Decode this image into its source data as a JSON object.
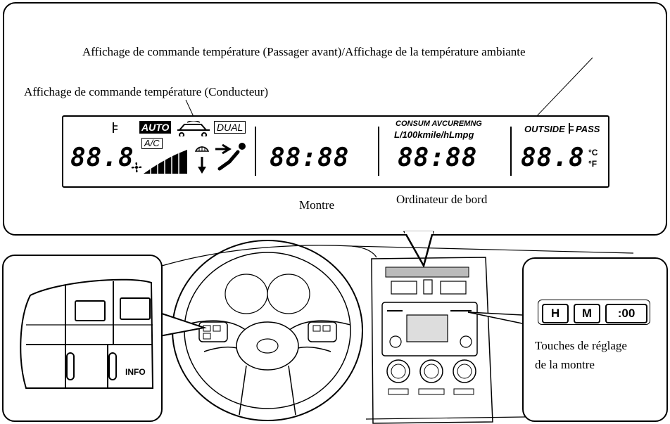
{
  "labels": {
    "passenger_ambient": "Affichage de commande température (Passager avant)/Affichage de la température ambiante",
    "driver": "Affichage de commande température (Conducteur)",
    "clock": "Montre",
    "trip_computer": "Ordinateur de bord",
    "clock_keys_line1": "Touches de réglage",
    "clock_keys_line2": "de la montre"
  },
  "lcd": {
    "auto": "AUTO",
    "dual": "DUAL",
    "ac": "A/C",
    "driver_temp": "88.8",
    "clock_digits": "88:88",
    "consum_line1": "CONSUM AVCUREMNG",
    "consum_line2": "L/100kmile/hLmpg",
    "trip_digits": "88:88",
    "outside": "OUTSIDE",
    "pass": "PASS",
    "outside_temp": "88.8",
    "unit_c": "°C",
    "unit_f": "°F"
  },
  "clock_keys": {
    "h": "H",
    "m": "M",
    "zero": ":00"
  },
  "steering_switch": {
    "info": "INFO"
  },
  "icons": [
    "thermometer-icon",
    "recirculation-car-icon",
    "fan-icon",
    "fan-speed-bars-icon",
    "defrost-icon",
    "airflow-person-icon"
  ]
}
